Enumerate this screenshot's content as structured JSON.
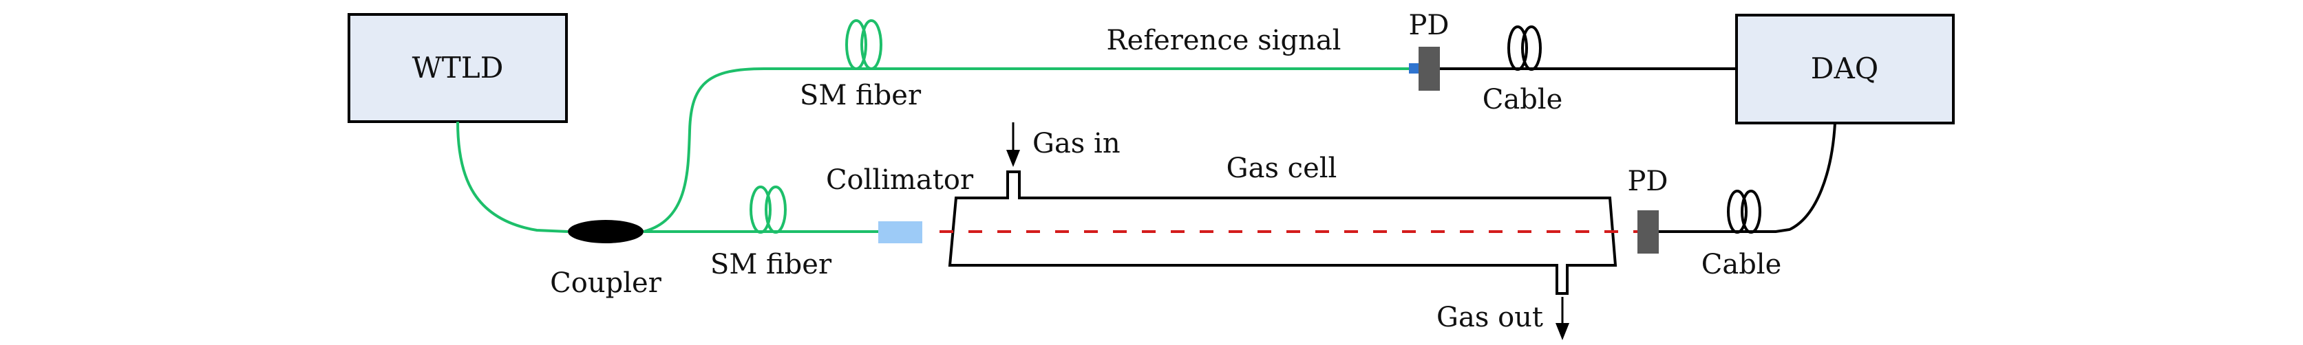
{
  "diagram": {
    "title": "Gas detection setup with wavelength-tunable laser",
    "colors": {
      "fiber": "#1dbf6a",
      "cable": "#000000",
      "box_fill": "#e4ebf6",
      "box_stroke": "#000000",
      "pd": "#595959",
      "pd_connector": "#2f74cf",
      "collimator": "#9dcbf7",
      "beam": "#d41c1c",
      "coupler": "#000000"
    },
    "nodes": {
      "wtld": {
        "label": "WTLD"
      },
      "daq": {
        "label": "DAQ"
      },
      "coupler": {
        "label": "Coupler"
      },
      "collimator": {
        "label": "Collimator"
      },
      "gas_cell": {
        "label": "Gas cell"
      },
      "pd_reference": {
        "label": "PD"
      },
      "pd_signal": {
        "label": "PD"
      },
      "gas_in": {
        "label": "Gas in"
      },
      "gas_out": {
        "label": "Gas out"
      }
    },
    "edges": {
      "sm_fiber_upper": {
        "label": "SM fiber"
      },
      "sm_fiber_lower": {
        "label": "SM fiber"
      },
      "reference_signal": {
        "label": "Reference signal"
      },
      "cable_upper": {
        "label": "Cable"
      },
      "cable_lower": {
        "label": "Cable"
      }
    }
  }
}
